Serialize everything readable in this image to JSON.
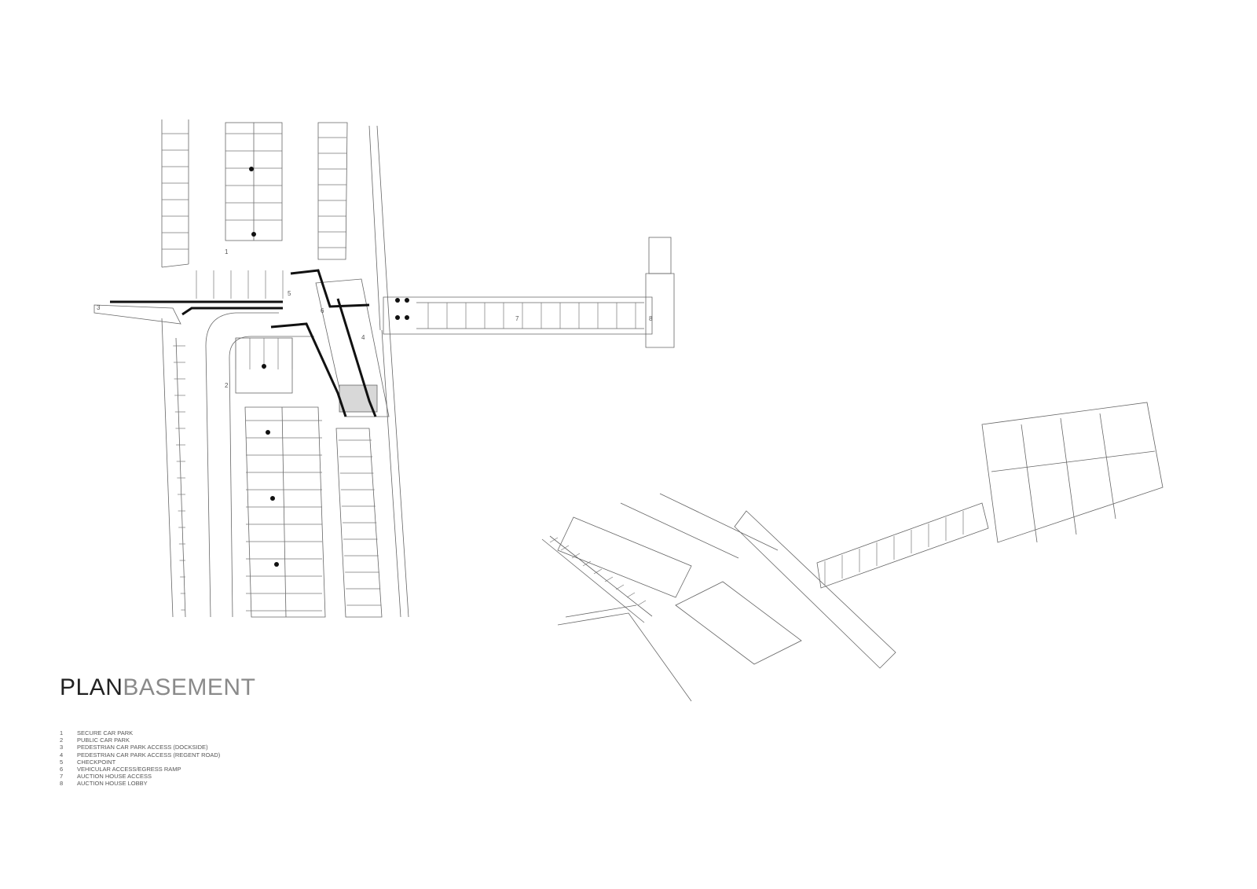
{
  "title": {
    "part1": "PLAN",
    "part2": "BASEMENT"
  },
  "legend": [
    {
      "num": "1",
      "text": "SECURE CAR PARK"
    },
    {
      "num": "2",
      "text": "PUBLIC CAR PARK"
    },
    {
      "num": "3",
      "text": "PEDESTRIAN CAR PARK ACCESS (DOCKSIDE)"
    },
    {
      "num": "4",
      "text": "PEDESTRIAN CAR PARK ACCESS (REGENT ROAD)"
    },
    {
      "num": "5",
      "text": "CHECKPOINT"
    },
    {
      "num": "6",
      "text": "VEHICULAR ACCESS/EGRESS RAMP"
    },
    {
      "num": "7",
      "text": "AUCTION HOUSE ACCESS"
    },
    {
      "num": "8",
      "text": "AUCTION HOUSE LOBBY"
    }
  ],
  "plan_labels": {
    "l1": "1",
    "l2": "2",
    "l3": "3",
    "l4": "4",
    "l5": "5",
    "l6": "6",
    "l7": "7",
    "l8": "8"
  }
}
